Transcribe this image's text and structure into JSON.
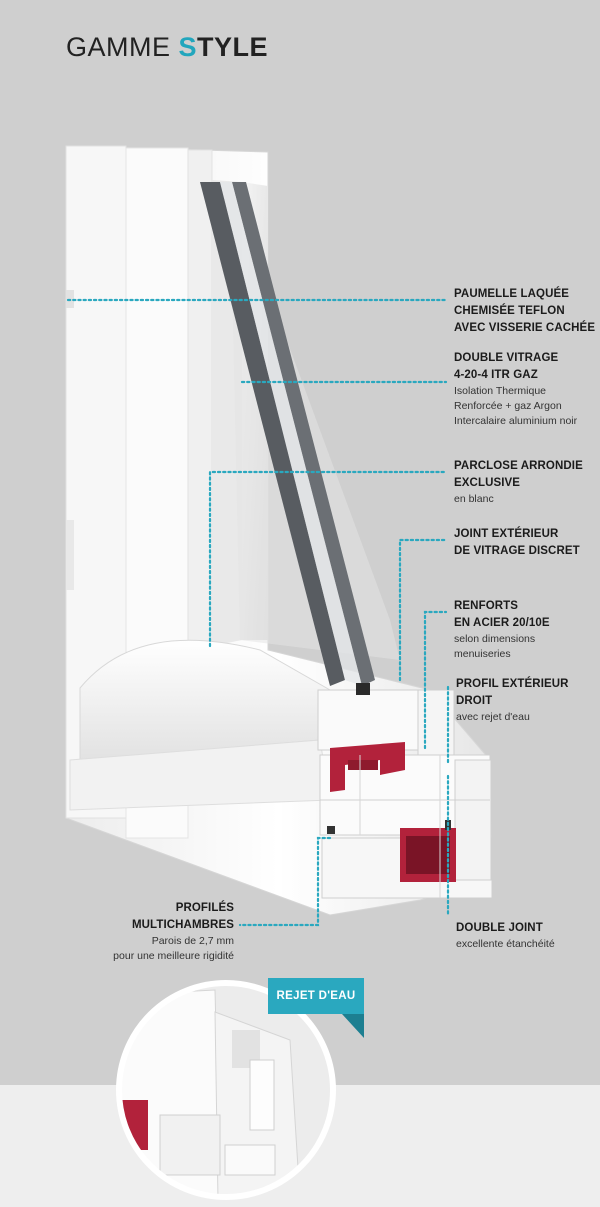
{
  "title": {
    "part1": "GAMME ",
    "part2_first": "S",
    "part2_rest": "TYLE"
  },
  "colors": {
    "accent": "#2aa8bf",
    "profile_white": "#f7f7f7",
    "reinforcement": "#b2223b",
    "glass": "#5a5e62",
    "background": "#cfcfcf"
  },
  "labels": [
    {
      "id": "paumelle",
      "lines": [
        "PAUMELLE LAQUÉE",
        "CHEMISÉE TEFLON",
        "AVEC VISSERIE CACHÉE"
      ],
      "desc": []
    },
    {
      "id": "vitrage",
      "lines": [
        "DOUBLE VITRAGE",
        "4-20-4 ITR GAZ"
      ],
      "desc": [
        "Isolation Thermique",
        "Renforcée + gaz Argon",
        "Intercalaire aluminium noir"
      ]
    },
    {
      "id": "parclose",
      "lines": [
        "PARCLOSE ARRONDIE",
        "EXCLUSIVE"
      ],
      "desc": [
        "en blanc"
      ]
    },
    {
      "id": "joint-ext",
      "lines": [
        "JOINT EXTÉRIEUR",
        "DE VITRAGE DISCRET"
      ],
      "desc": []
    },
    {
      "id": "renforts",
      "lines": [
        "RENFORTS",
        "EN ACIER 20/10e"
      ],
      "desc": [
        "selon dimensions",
        "menuiseries"
      ]
    },
    {
      "id": "profil-ext",
      "lines": [
        "PROFIL EXTÉRIEUR DROIT"
      ],
      "desc": [
        "avec rejet d'eau"
      ]
    },
    {
      "id": "double-joint",
      "lines": [
        "DOUBLE JOINT"
      ],
      "desc": [
        "excellente étanchéité"
      ]
    },
    {
      "id": "multichambres",
      "lines": [
        "PROFILÉS",
        "MULTICHAMBRES"
      ],
      "desc": [
        "Parois de 2,7 mm",
        "pour une meilleure rigidité"
      ]
    }
  ],
  "badge": "REJET D'EAU"
}
